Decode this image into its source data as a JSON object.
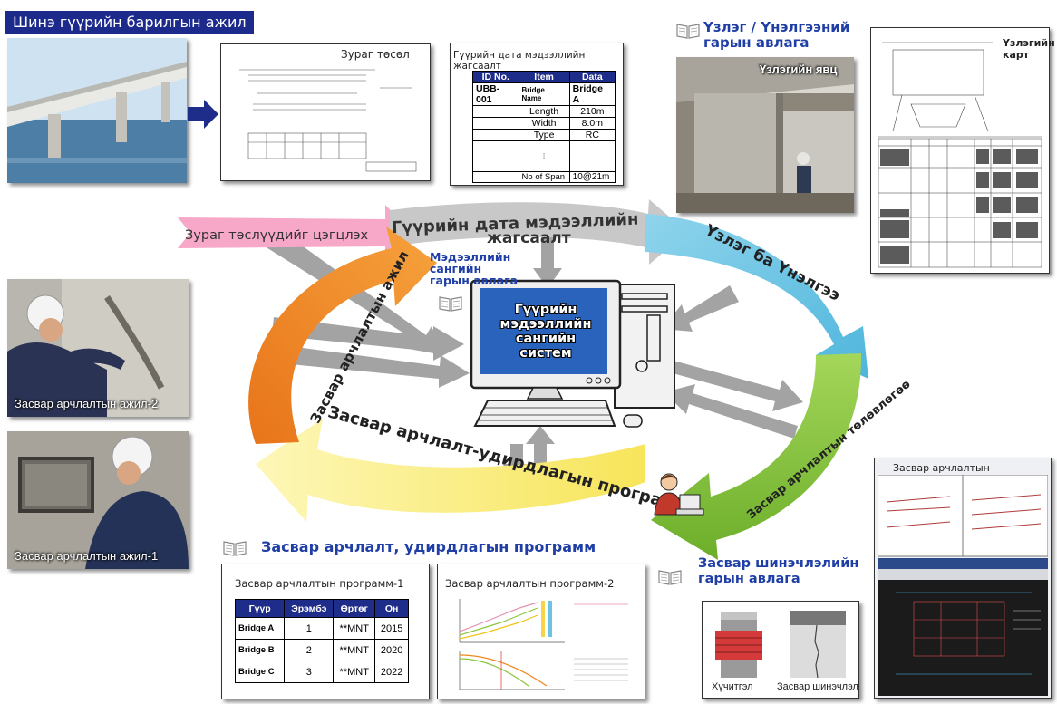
{
  "header": {
    "title": "Шинэ гүүрийн барилгын ажил"
  },
  "design_card": {
    "title": "Зураг төсөл"
  },
  "datalist_card": {
    "title": "Гүүрийн дата мэдээллийн жагсаалт",
    "headers": [
      "ID No.",
      "Item",
      "Data"
    ],
    "id": "UBB-001",
    "rows": [
      {
        "item": "Bridge Name",
        "data": "Bridge A"
      },
      {
        "item": "Length",
        "data": "210m"
      },
      {
        "item": "Width",
        "data": "8.0m"
      },
      {
        "item": "Type",
        "data": "RC"
      },
      {
        "item": "No of Span",
        "data": "10@21m"
      }
    ]
  },
  "inspection_manual": {
    "line1": "Үзлэг / Үнэлгээний",
    "line2": "гарын авлага"
  },
  "inspection_photo": {
    "caption": "Үзлэгийн явц"
  },
  "inspection_card": {
    "title_line1": "Үзлэгийн",
    "title_line2": "карт"
  },
  "cycle": {
    "design_arrow": "Зураг төслүүдийг цэгцлэх",
    "data_arrow_line1": "Гүүрийн дата мэдээллийн",
    "data_arrow_line2": "жагсаалт",
    "inspection_arrow": "Үзлэг ба Үнэлгээ",
    "planning_arrow": "Засвар арчлалтын төлөвлөгөө",
    "program_arrow": "Засвар арчлалт-удирдлагын программ",
    "work_arrow": "Засвар арчлалтын ажил"
  },
  "db_manual": {
    "line1": "Мэдээллийн",
    "line2": "сангийн",
    "line3": "гарын авлага"
  },
  "computer": {
    "line1": "Гүүрийн",
    "line2": "мэдээллийн",
    "line3": "сангийн систем"
  },
  "work_photos": {
    "photo2": "Засвар арчлалтын ажил-2",
    "photo1": "Засвар арчлалтын ажил-1"
  },
  "program_section": {
    "title": "Засвар арчлалт, удирдлагын программ"
  },
  "program1": {
    "title": "Засвар арчлалтын программ-1",
    "headers": [
      "Гүүр",
      "Эрэмбэ",
      "Өртөг",
      "Он"
    ],
    "rows": [
      {
        "bridge": "Bridge A",
        "rank": "1",
        "cost": "**MNT",
        "year": "2015"
      },
      {
        "bridge": "Bridge B",
        "rank": "2",
        "cost": "**MNT",
        "year": "2020"
      },
      {
        "bridge": "Bridge C",
        "rank": "3",
        "cost": "**MNT",
        "year": "2022"
      }
    ]
  },
  "program2": {
    "title": "Засвар арчлалтын  программ-2"
  },
  "rehab_manual": {
    "line1": "Засвар шинэчлэлийн",
    "line2": "гарын авлага"
  },
  "rehab_images": {
    "left": "Хүчитгэл",
    "right": "Засвар шинэчлэл"
  },
  "plan_card": {
    "title": "Засвар арчлалтын төлөвлөгөө"
  },
  "colors": {
    "title_blue": "#1f3fa6",
    "arrow_pink": "#f7a8c8",
    "arrow_gray": "#c8c8c8",
    "arrow_cyan": "#6cc5e0",
    "arrow_green": "#8cc63f",
    "arrow_yellow": "#fbef7a",
    "arrow_orange": "#f0881f"
  }
}
